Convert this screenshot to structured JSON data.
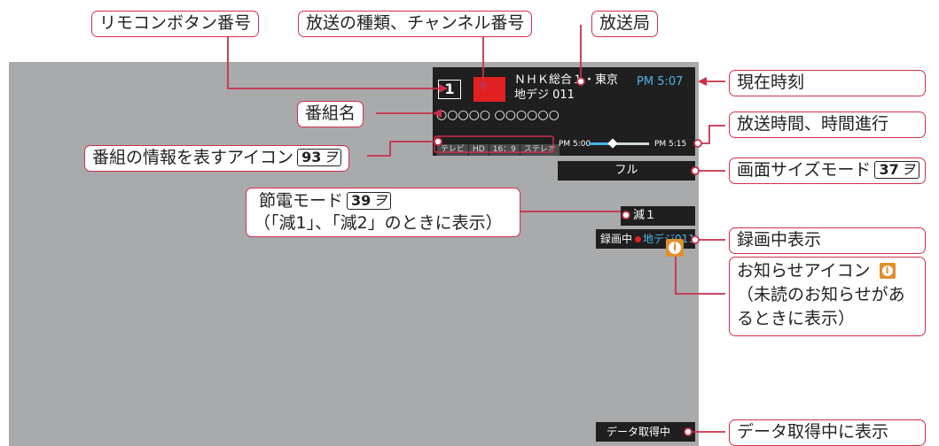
{
  "callouts": {
    "remote_button_number": "リモコンボタン番号",
    "broadcast_type_channel": "放送の種類、チャンネル番号",
    "broadcaster": "放送局",
    "current_time": "現在時刻",
    "program_name": "番組名",
    "broadcast_time_progress": "放送時間、時間進行",
    "program_info_icons": "番組の情報を表すアイコン",
    "program_info_icons_ref": "93",
    "screen_size_mode": "画面サイズモード",
    "screen_size_mode_ref": "37",
    "power_save_mode": "節電モード",
    "power_save_mode_ref": "39",
    "power_save_note": "（「減1」、「減2」のときに表示）",
    "recording_display": "録画中表示",
    "notice_icon_title": "お知らせアイコン",
    "notice_icon_line2": "（未読のお知らせがあ",
    "notice_icon_line3": "るときに表示）",
    "data_acquiring_display": "データ取得中に表示",
    "ref_mark": "ヲ"
  },
  "banner": {
    "button_number": "1",
    "station": "ＮＨＫ総合１・東京",
    "channel": "地デジ 011",
    "time": "PM 5:07",
    "program": "○○○○○ ○○○○○○",
    "tags": [
      "テレビ",
      "HD",
      "16：9",
      "ステレオ"
    ],
    "start_time": "PM 5:00",
    "end_time": "PM 5:15",
    "progress": 0.4
  },
  "screen_mode": "フル",
  "power_save": "減１",
  "recording": {
    "label": "録画中",
    "channel": "地デジ011"
  },
  "info_icon_glyph": "i",
  "data_acquiring": "データ取得中",
  "colors": {
    "callout_border": "#d32f4a",
    "leader_line": "#c8304a",
    "screen_background": "#a9aaab",
    "banner_background": "#1f1f1f",
    "channel_logo": "#e02020",
    "recording_dot": "#e02020",
    "progress_bar": "#48b4e8",
    "info_icon": "#e08f2b"
  }
}
